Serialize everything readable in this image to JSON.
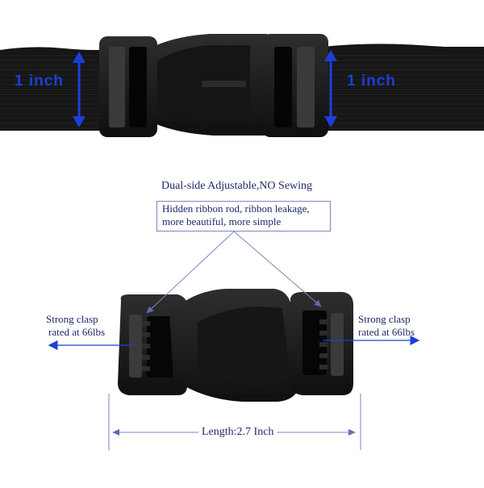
{
  "labels": {
    "title": "Dual-side Adjustable,NO Sewing",
    "callout_line1": "Hidden ribbon rod, ribbon leakage,",
    "callout_line2": "more beautiful, more simple",
    "left_rating_line1": "Strong clasp",
    "left_rating_line2": "rated at 66lbs",
    "right_rating_line1": "Strong clasp",
    "right_rating_line2": "rated at 66lbs",
    "length": "Length:2.7 Inch",
    "strap_width_left": "1 inch",
    "strap_width_right": "1 inch"
  },
  "colors": {
    "strap": "#111111",
    "buckle": "#1a1a1a",
    "annotation_blue": "#1c3fd8",
    "annotation_line": "#7d86c2",
    "text": "#1f2a6b"
  },
  "objects": [
    "black-nylon-webbing-strap",
    "side-release-buckle-closed",
    "side-release-buckle-closeup"
  ]
}
